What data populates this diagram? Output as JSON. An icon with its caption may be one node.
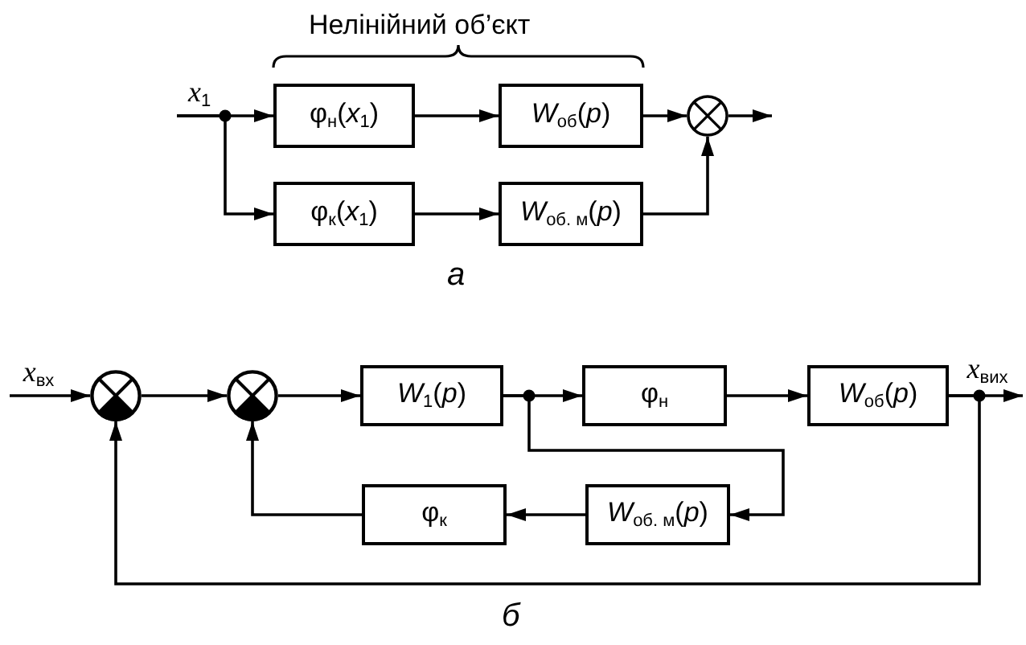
{
  "diagram": {
    "nodes": [
      {
        "text": [
          "φ$_{н}$(*x*$_{1}$)"
        ]
      },
      {
        "text": [
          "*W*$_{об}$(*p*)"
        ]
      },
      {
        "text": [],
        "shape": "circle"
      },
      {
        "text": [
          "φ$_{к}$(*x*$_{1}$)"
        ]
      },
      {
        "text": [
          "*W*$_{об. м}$(*p*)"
        ]
      },
      {
        "text": [],
        "shape": "circle"
      },
      {
        "text": [],
        "shape": "circle"
      },
      {
        "text": [
          "*W*$_{1}$(*p*)"
        ]
      },
      {
        "text": [
          "φ$_{н}$"
        ]
      },
      {
        "text": [
          "*W*$_{об}$(*p*)"
        ]
      },
      {
        "text": [
          "φ$_{к}$"
        ]
      },
      {
        "text": [
          "*W*$_{об. м}$(*p*)"
        ]
      },
      {
        "text": [
          "*x*$_{1}$"
        ]
      },
      {
        "text": [
          "*x*$_{вх}$"
        ]
      },
      {
        "text": [
          "*x*$_{вих}$"
        ]
      }
    ],
    "edges": [
      {
        "from": 12,
        "to": 0,
        "arrow": "to"
      },
      {
        "from": 12,
        "to": 3,
        "arrow": "to"
      },
      {
        "from": 0,
        "to": 1,
        "arrow": "to"
      },
      {
        "from": 3,
        "to": 4,
        "arrow": "to"
      },
      {
        "from": 1,
        "to": 2,
        "arrow": "to"
      },
      {
        "from": 4,
        "to": 2,
        "arrow": "to"
      },
      {
        "from": 2,
        "to": null,
        "arrow": "to"
      },
      {
        "from": 13,
        "to": 5,
        "arrow": "to"
      },
      {
        "from": 5,
        "to": 6,
        "arrow": "to"
      },
      {
        "from": 6,
        "to": 7,
        "arrow": "to"
      },
      {
        "from": 7,
        "to": 8,
        "arrow": "to"
      },
      {
        "from": 7,
        "to": 11,
        "arrow": "to"
      },
      {
        "from": 8,
        "to": 9,
        "arrow": "to"
      },
      {
        "from": 9,
        "to": 14,
        "arrow": "to"
      },
      {
        "from": 9,
        "to": 5,
        "arrow": "to"
      },
      {
        "from": 11,
        "to": 10,
        "arrow": "to"
      },
      {
        "from": 10,
        "to": 6,
        "arrow": "to"
      }
    ],
    "labels": [
      "Нелінійний об’єкт",
      "а",
      "б"
    ]
  }
}
